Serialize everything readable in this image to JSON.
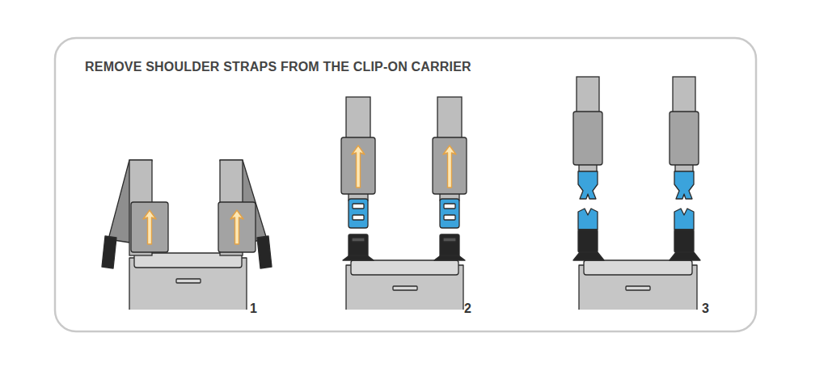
{
  "diagram": {
    "title": "REMOVE SHOULDER STRAPS FROM THE CLIP-ON CARRIER",
    "labels": [
      "1",
      "2",
      "3"
    ]
  }
}
